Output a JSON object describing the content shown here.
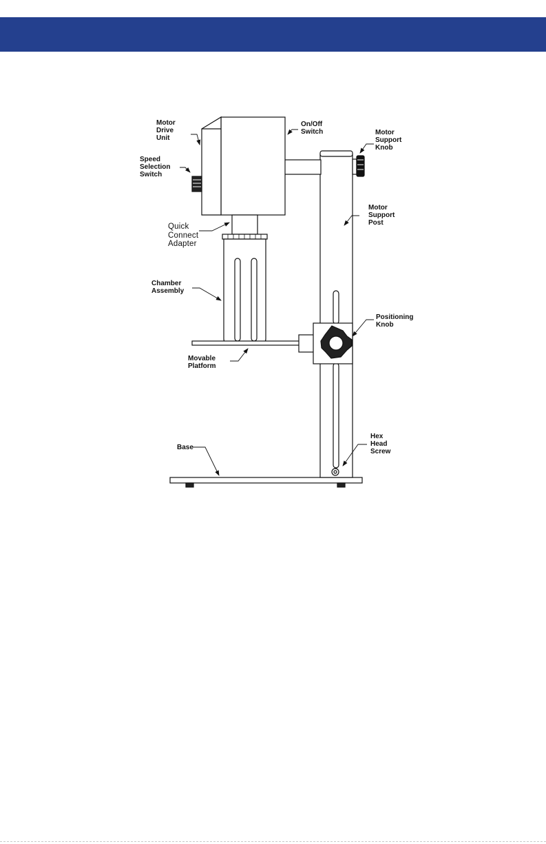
{
  "header": {
    "color": "#24408e"
  },
  "diagram": {
    "labels": {
      "motor_drive_unit": "Motor\nDrive\nUnit",
      "on_off_switch": "On/Off\nSwitch",
      "motor_support_knob": "Motor\nSupport\nKnob",
      "speed_selection_switch": "Speed\nSelection\nSwitch",
      "motor_support_post": "Motor\nSupport\nPost",
      "quick_connect_adapter": "Quick\nConnect\nAdapter",
      "chamber_assembly": "Chamber\nAssembly",
      "positioning_knob": "Positioning\nKnob",
      "movable_platform": "Movable\nPlatform",
      "hex_head_screw": "Hex\nHead\nScrew",
      "base": "Base"
    }
  }
}
